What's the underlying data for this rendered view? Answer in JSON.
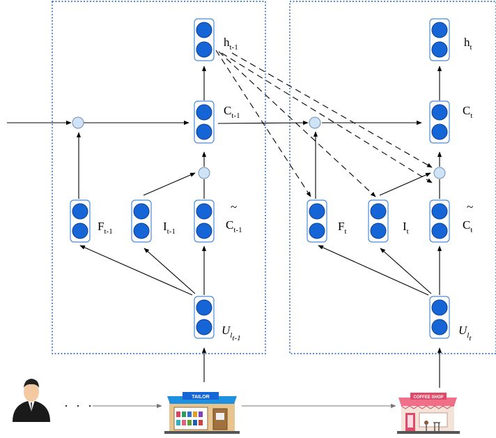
{
  "diagram": {
    "left_cell": {
      "h_label": "h",
      "h_sub": "t-1",
      "c_label": "C",
      "c_sub": "t-1",
      "f_label": "F",
      "f_sub": "t-1",
      "i_label": "I",
      "i_sub": "t-1",
      "ctilde_label": "C",
      "ctilde_sub": "t-1",
      "tilde": "~",
      "u_label": "U",
      "u_sub": "l",
      "u_subsub": "t-1"
    },
    "right_cell": {
      "h_label": "h",
      "h_sub": "t",
      "c_label": "C",
      "c_sub": "t",
      "f_label": "F",
      "f_sub": "t",
      "i_label": "I",
      "i_sub": "t",
      "ctilde_label": "C",
      "ctilde_sub": "t",
      "tilde": "~",
      "u_label": "U",
      "u_sub": "l",
      "u_subsub": "t"
    },
    "ellipsis": "· · ·",
    "tailor_sign": "TAILOR",
    "coffee_sign": "COFFEE SHOP"
  },
  "colors": {
    "node_fill": "#1565d6",
    "node_border": "#4a8ad8",
    "gate_fill": "#cfe3f7",
    "box_border": "#1f5fbf",
    "arrow": "#000000",
    "flow_arrow": "#8a8a8a",
    "tailor_awning": "#1e90e0",
    "coffee_awning": "#f0708a"
  },
  "icons": [
    "person-icon",
    "tailor-shop-icon",
    "coffee-shop-icon"
  ]
}
